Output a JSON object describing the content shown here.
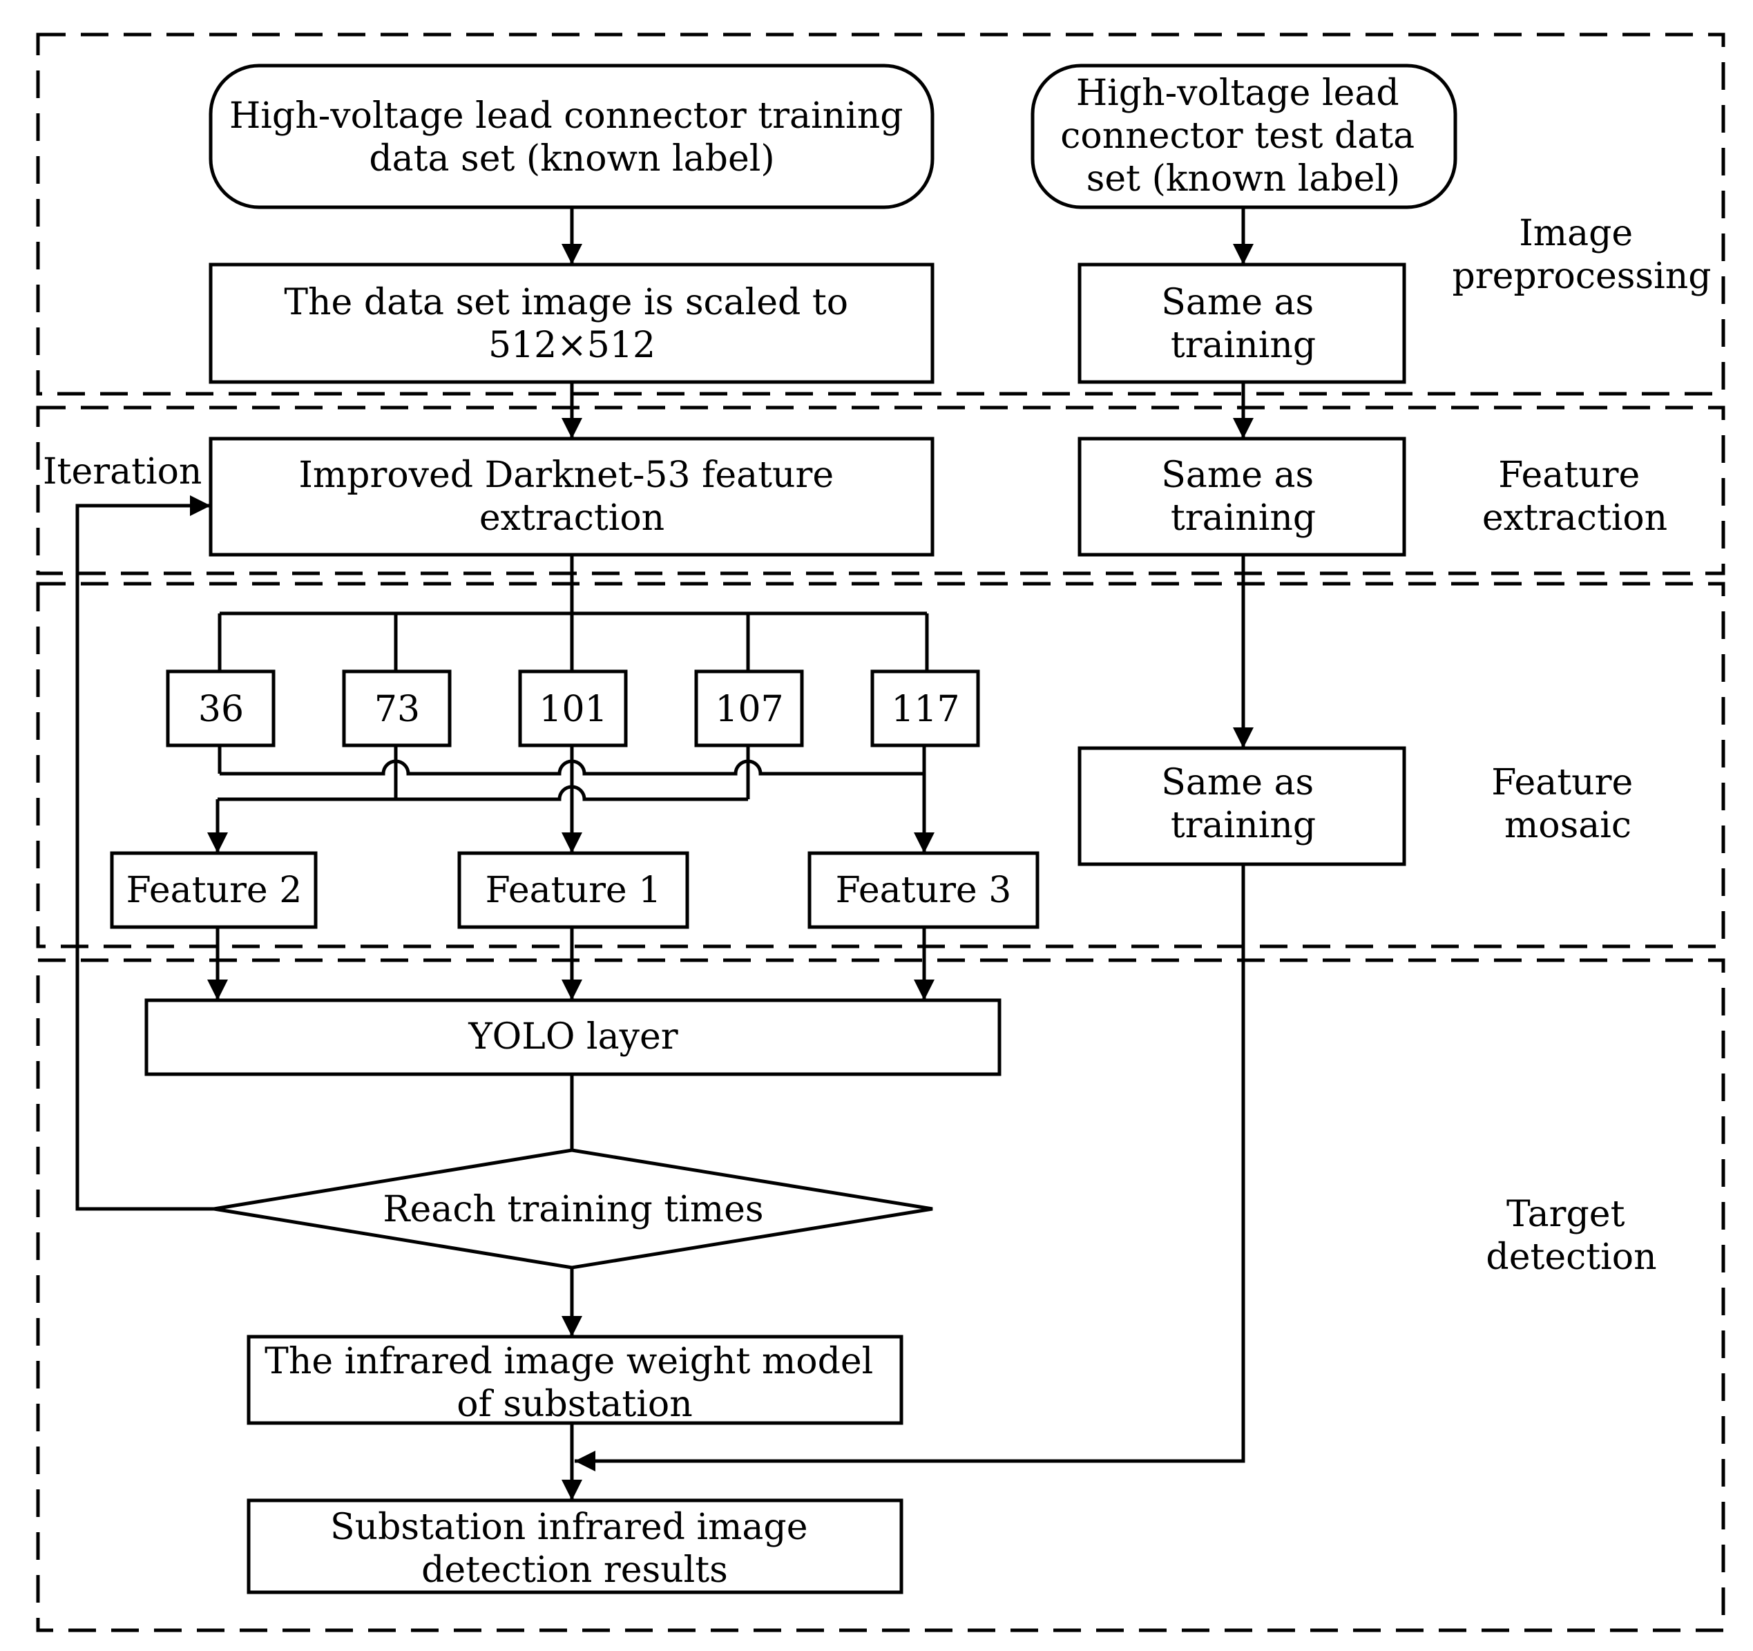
{
  "sections": {
    "image_preprocessing": [
      "Image",
      "preprocessing"
    ],
    "feature_extraction": [
      "Feature",
      "extraction"
    ],
    "feature_mosaic": [
      "Feature",
      "mosaic"
    ],
    "target_detection": [
      "Target",
      "detection"
    ]
  },
  "nodes": {
    "training_dataset": [
      "High-voltage lead connector training",
      "data set (known label)"
    ],
    "test_dataset": [
      "High-voltage lead",
      "connector test data",
      "set (known label)"
    ],
    "scale_step": [
      "The data set image is scaled to",
      "512×512"
    ],
    "test_preprocess": [
      "Same as",
      "training"
    ],
    "darknet_extraction": [
      "Improved Darknet-53 feature",
      "extraction"
    ],
    "test_extraction": [
      "Same as",
      "training"
    ],
    "layer_36": "36",
    "layer_73": "73",
    "layer_101": "101",
    "layer_107": "107",
    "layer_117": "117",
    "test_mosaic": [
      "Same as",
      "training"
    ],
    "feature_2": "Feature 2",
    "feature_1": "Feature 1",
    "feature_3": "Feature 3",
    "yolo_layer": "YOLO layer",
    "decision": "Reach training times",
    "weight_model": [
      "The infrared image weight model",
      "of substation"
    ],
    "results": [
      "Substation infrared image",
      "detection results"
    ]
  },
  "edge_labels": {
    "iteration": "Iteration"
  },
  "colors": {
    "stroke": "#000000",
    "background": "#ffffff"
  }
}
